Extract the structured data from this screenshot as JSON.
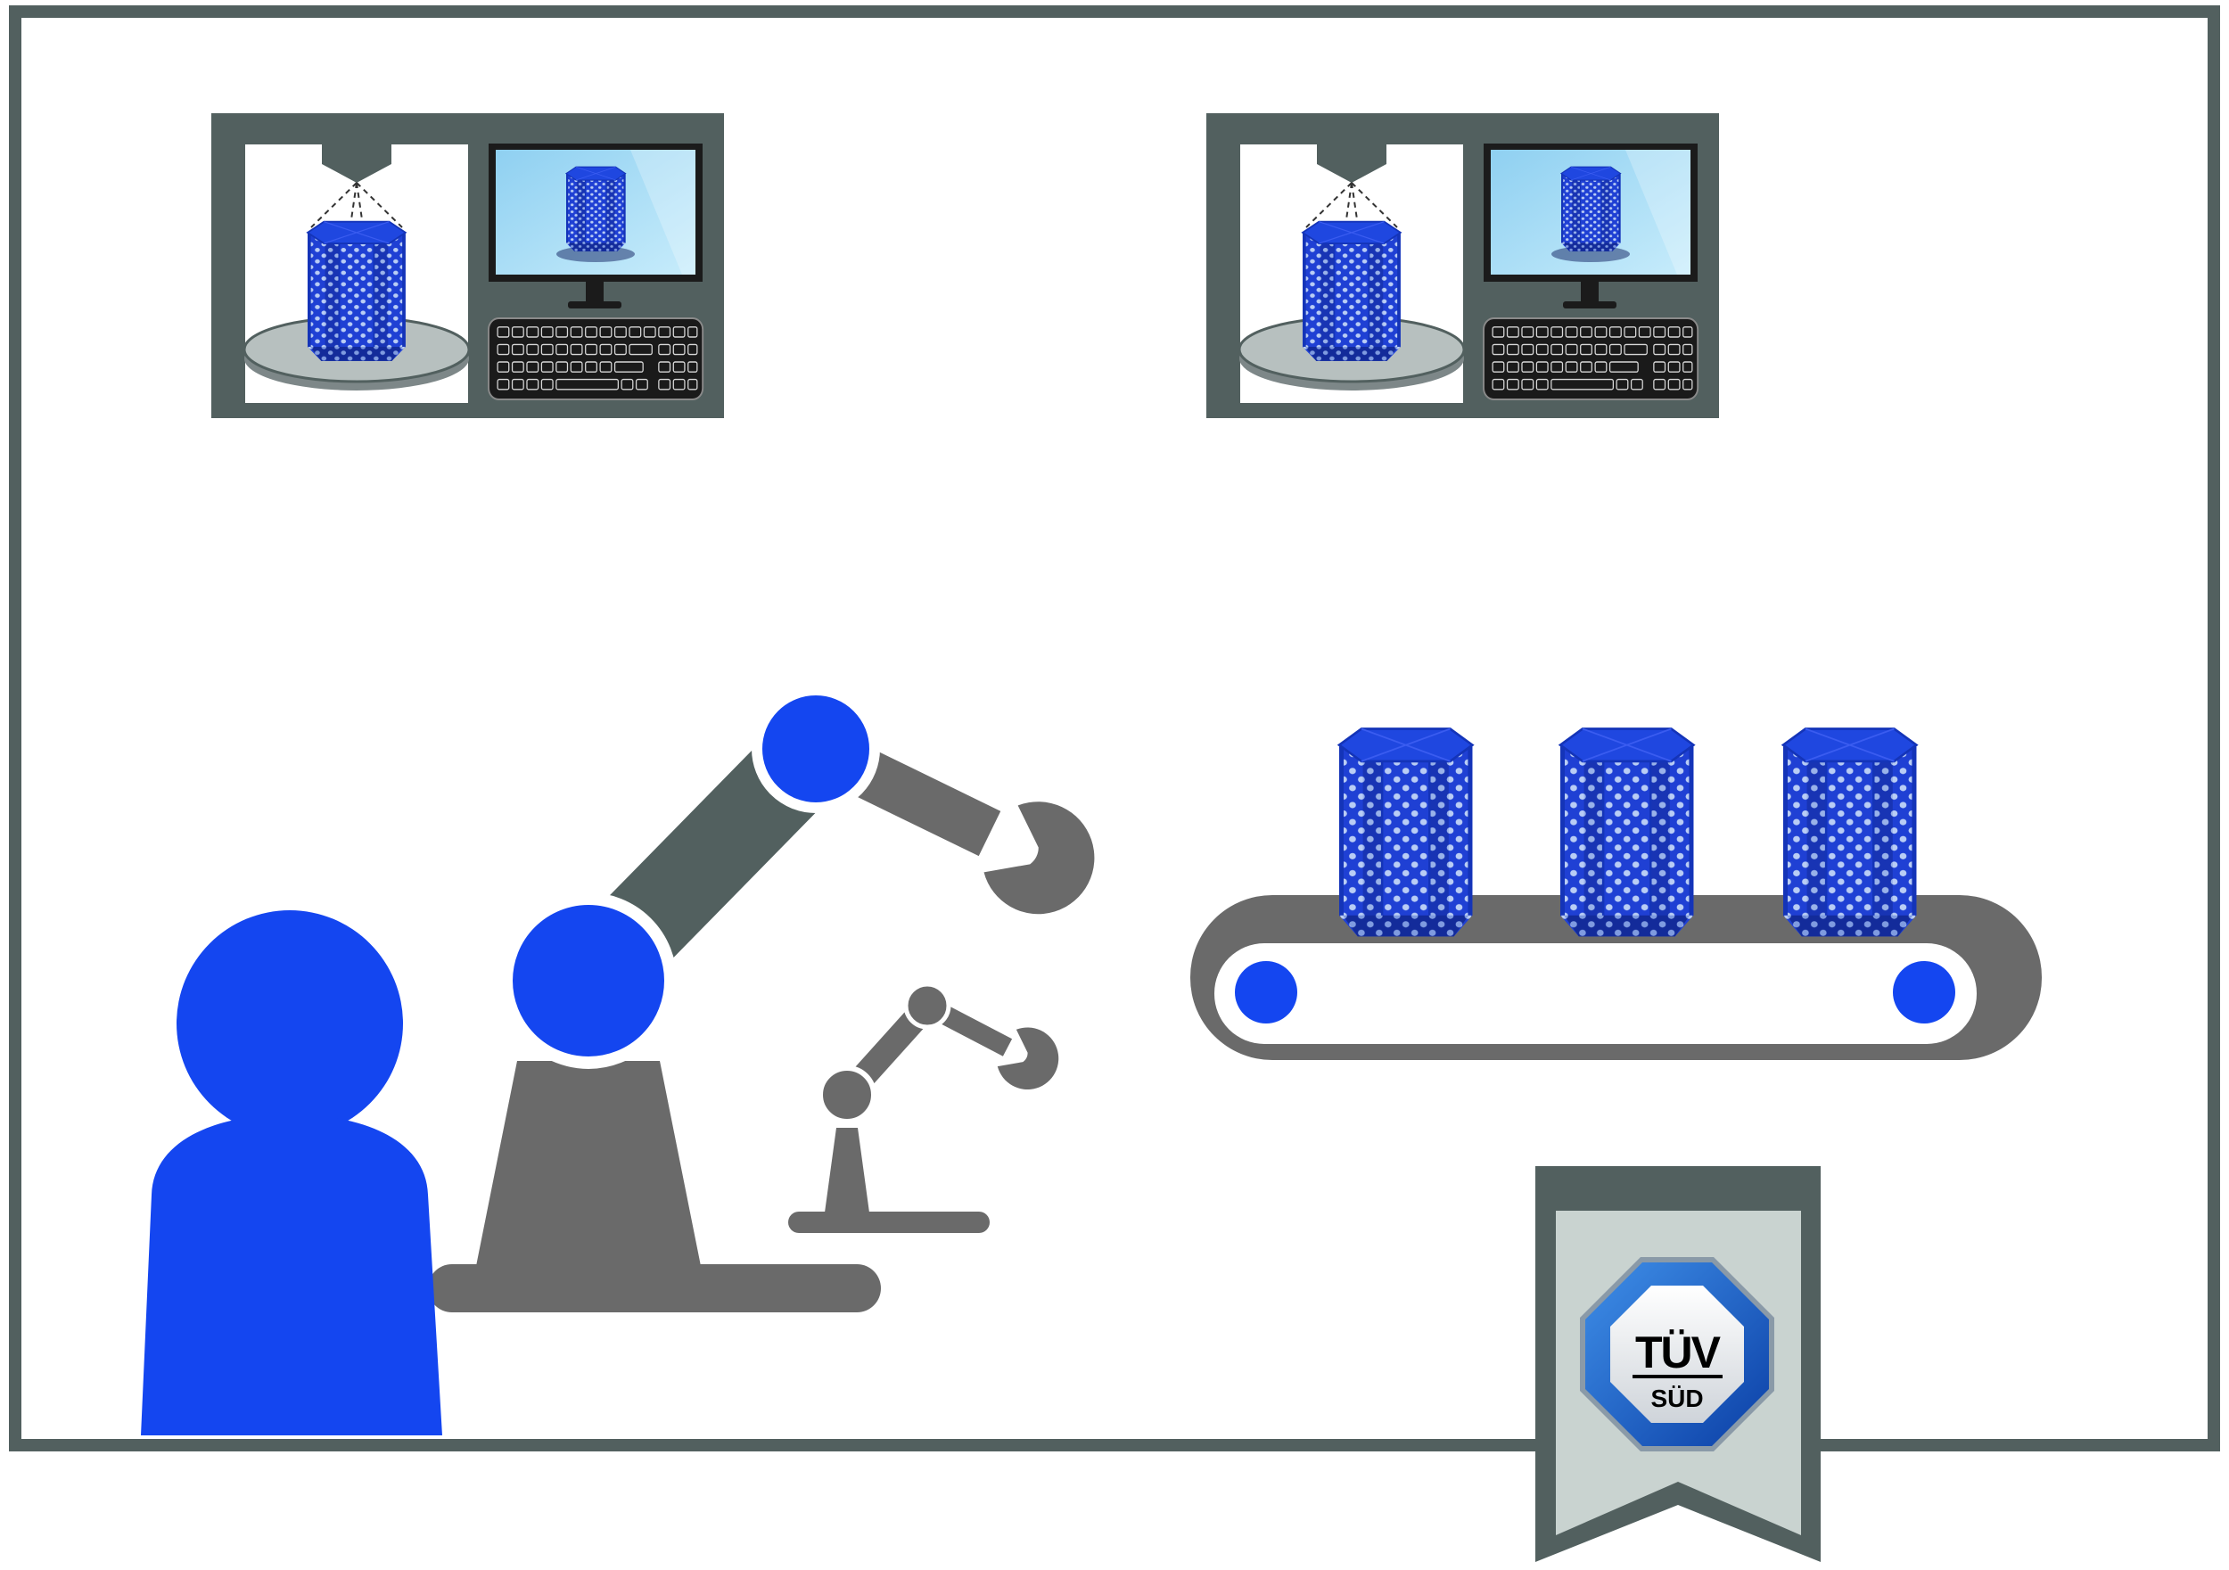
{
  "logo": {
    "name": "tuv-sud-logo",
    "line1": "TÜV",
    "line2": "SÜD"
  },
  "stations": [
    {
      "name": "printing-station-1",
      "object": "hexagonal-lattice-cylinder"
    },
    {
      "name": "printing-station-2",
      "object": "hexagonal-lattice-cylinder"
    }
  ],
  "conveyor": {
    "item_count": 3,
    "item": "hexagonal-lattice-cylinder"
  },
  "icons": [
    "person-icon",
    "large-robot-arm-icon",
    "small-robot-arm-icon",
    "conveyor-belt-icon",
    "certification-badge-icon",
    "printer-nozzle-icon",
    "monitor-icon",
    "keyboard-icon"
  ],
  "colors": {
    "frame": "#52605f",
    "accent_blue": "#1446f0",
    "part_blue": "#1e3fd0",
    "gray": "#6a6a6a",
    "badge": "#c9d3d0",
    "screen": "#a5dbf5"
  }
}
